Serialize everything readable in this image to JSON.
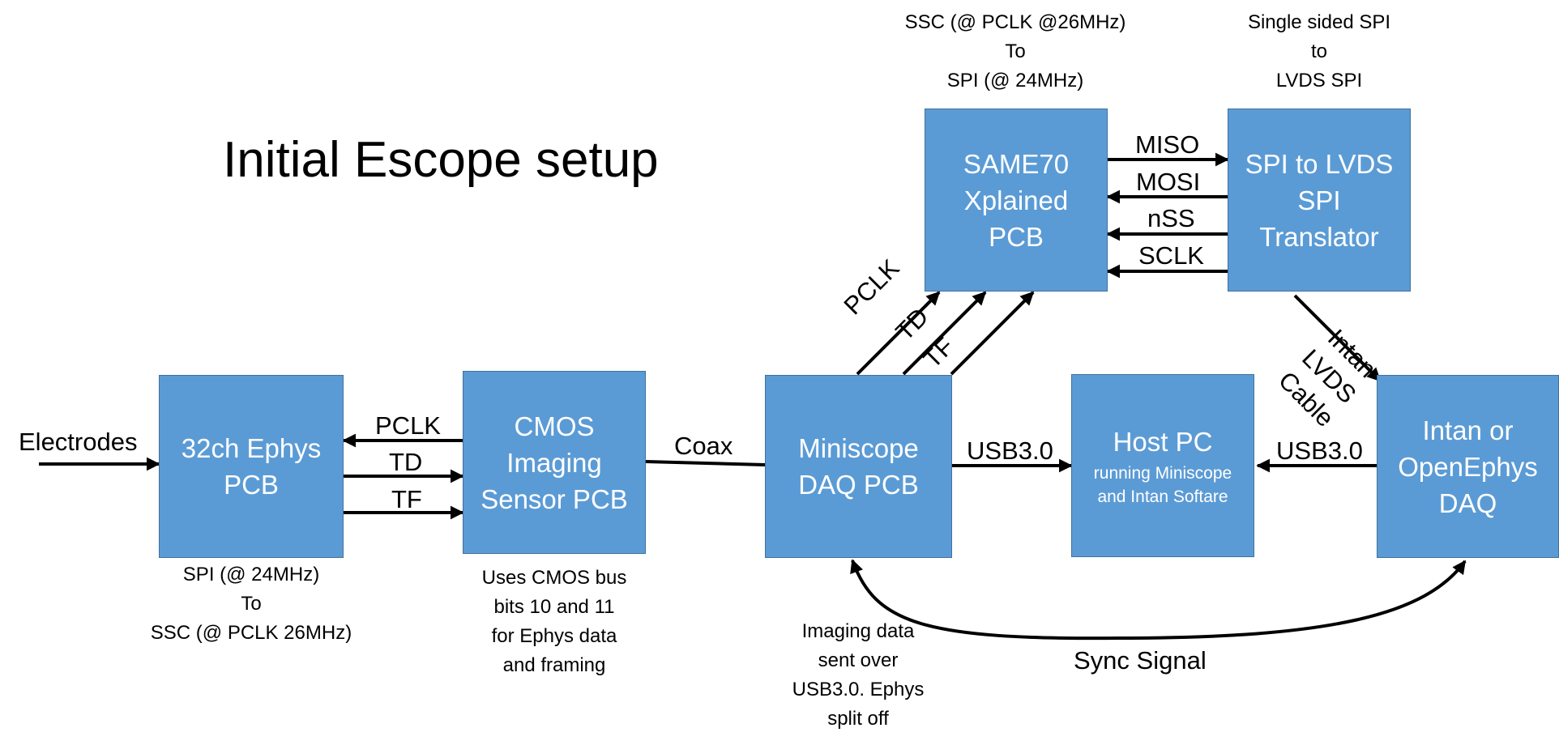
{
  "title": "Initial Escope setup",
  "colors": {
    "box_fill": "#5b9bd5",
    "box_border": "#41719c",
    "box_text": "#ffffff",
    "arrow": "#000000"
  },
  "boxes": {
    "ephys": {
      "title": "32ch Ephys\nPCB"
    },
    "cmos": {
      "title": "CMOS\nImaging\nSensor PCB"
    },
    "daq": {
      "title": "Miniscope\nDAQ PCB"
    },
    "host": {
      "title": "Host PC",
      "subtitle": "running Miniscope\nand Intan Softare"
    },
    "intan": {
      "title": "Intan or\nOpenEphys\nDAQ"
    },
    "same70": {
      "title": "SAME70\nXplained\nPCB"
    },
    "spi_lvds": {
      "title": "SPI to LVDS\nSPI\nTranslator"
    }
  },
  "notes": {
    "ephys": "SPI (@ 24MHz)\nTo\nSSC (@ PCLK 26MHz)",
    "cmos": "Uses CMOS bus\nbits 10 and 11\nfor Ephys data\nand framing",
    "daq": "Imaging data\nsent over\nUSB3.0. Ephys\nsplit off",
    "same70": "SSC (@ PCLK @26MHz)\nTo\nSPI (@ 24MHz)",
    "spi_lvds": "Single sided SPI\nto\nLVDS SPI"
  },
  "labels": {
    "electrodes": "Electrodes",
    "pclk_left": "PCLK",
    "td_left": "TD",
    "tf_left": "TF",
    "coax": "Coax",
    "usb_left": "USB3.0",
    "usb_right": "USB3.0",
    "pclk_diag": "PCLK",
    "td_diag": "TD",
    "tf_diag": "TF",
    "miso": "MISO",
    "mosi": "MOSI",
    "nss": "nSS",
    "sclk": "SCLK",
    "intan_cable": "Intan\nLVDS\nCable",
    "sync": "Sync Signal"
  }
}
